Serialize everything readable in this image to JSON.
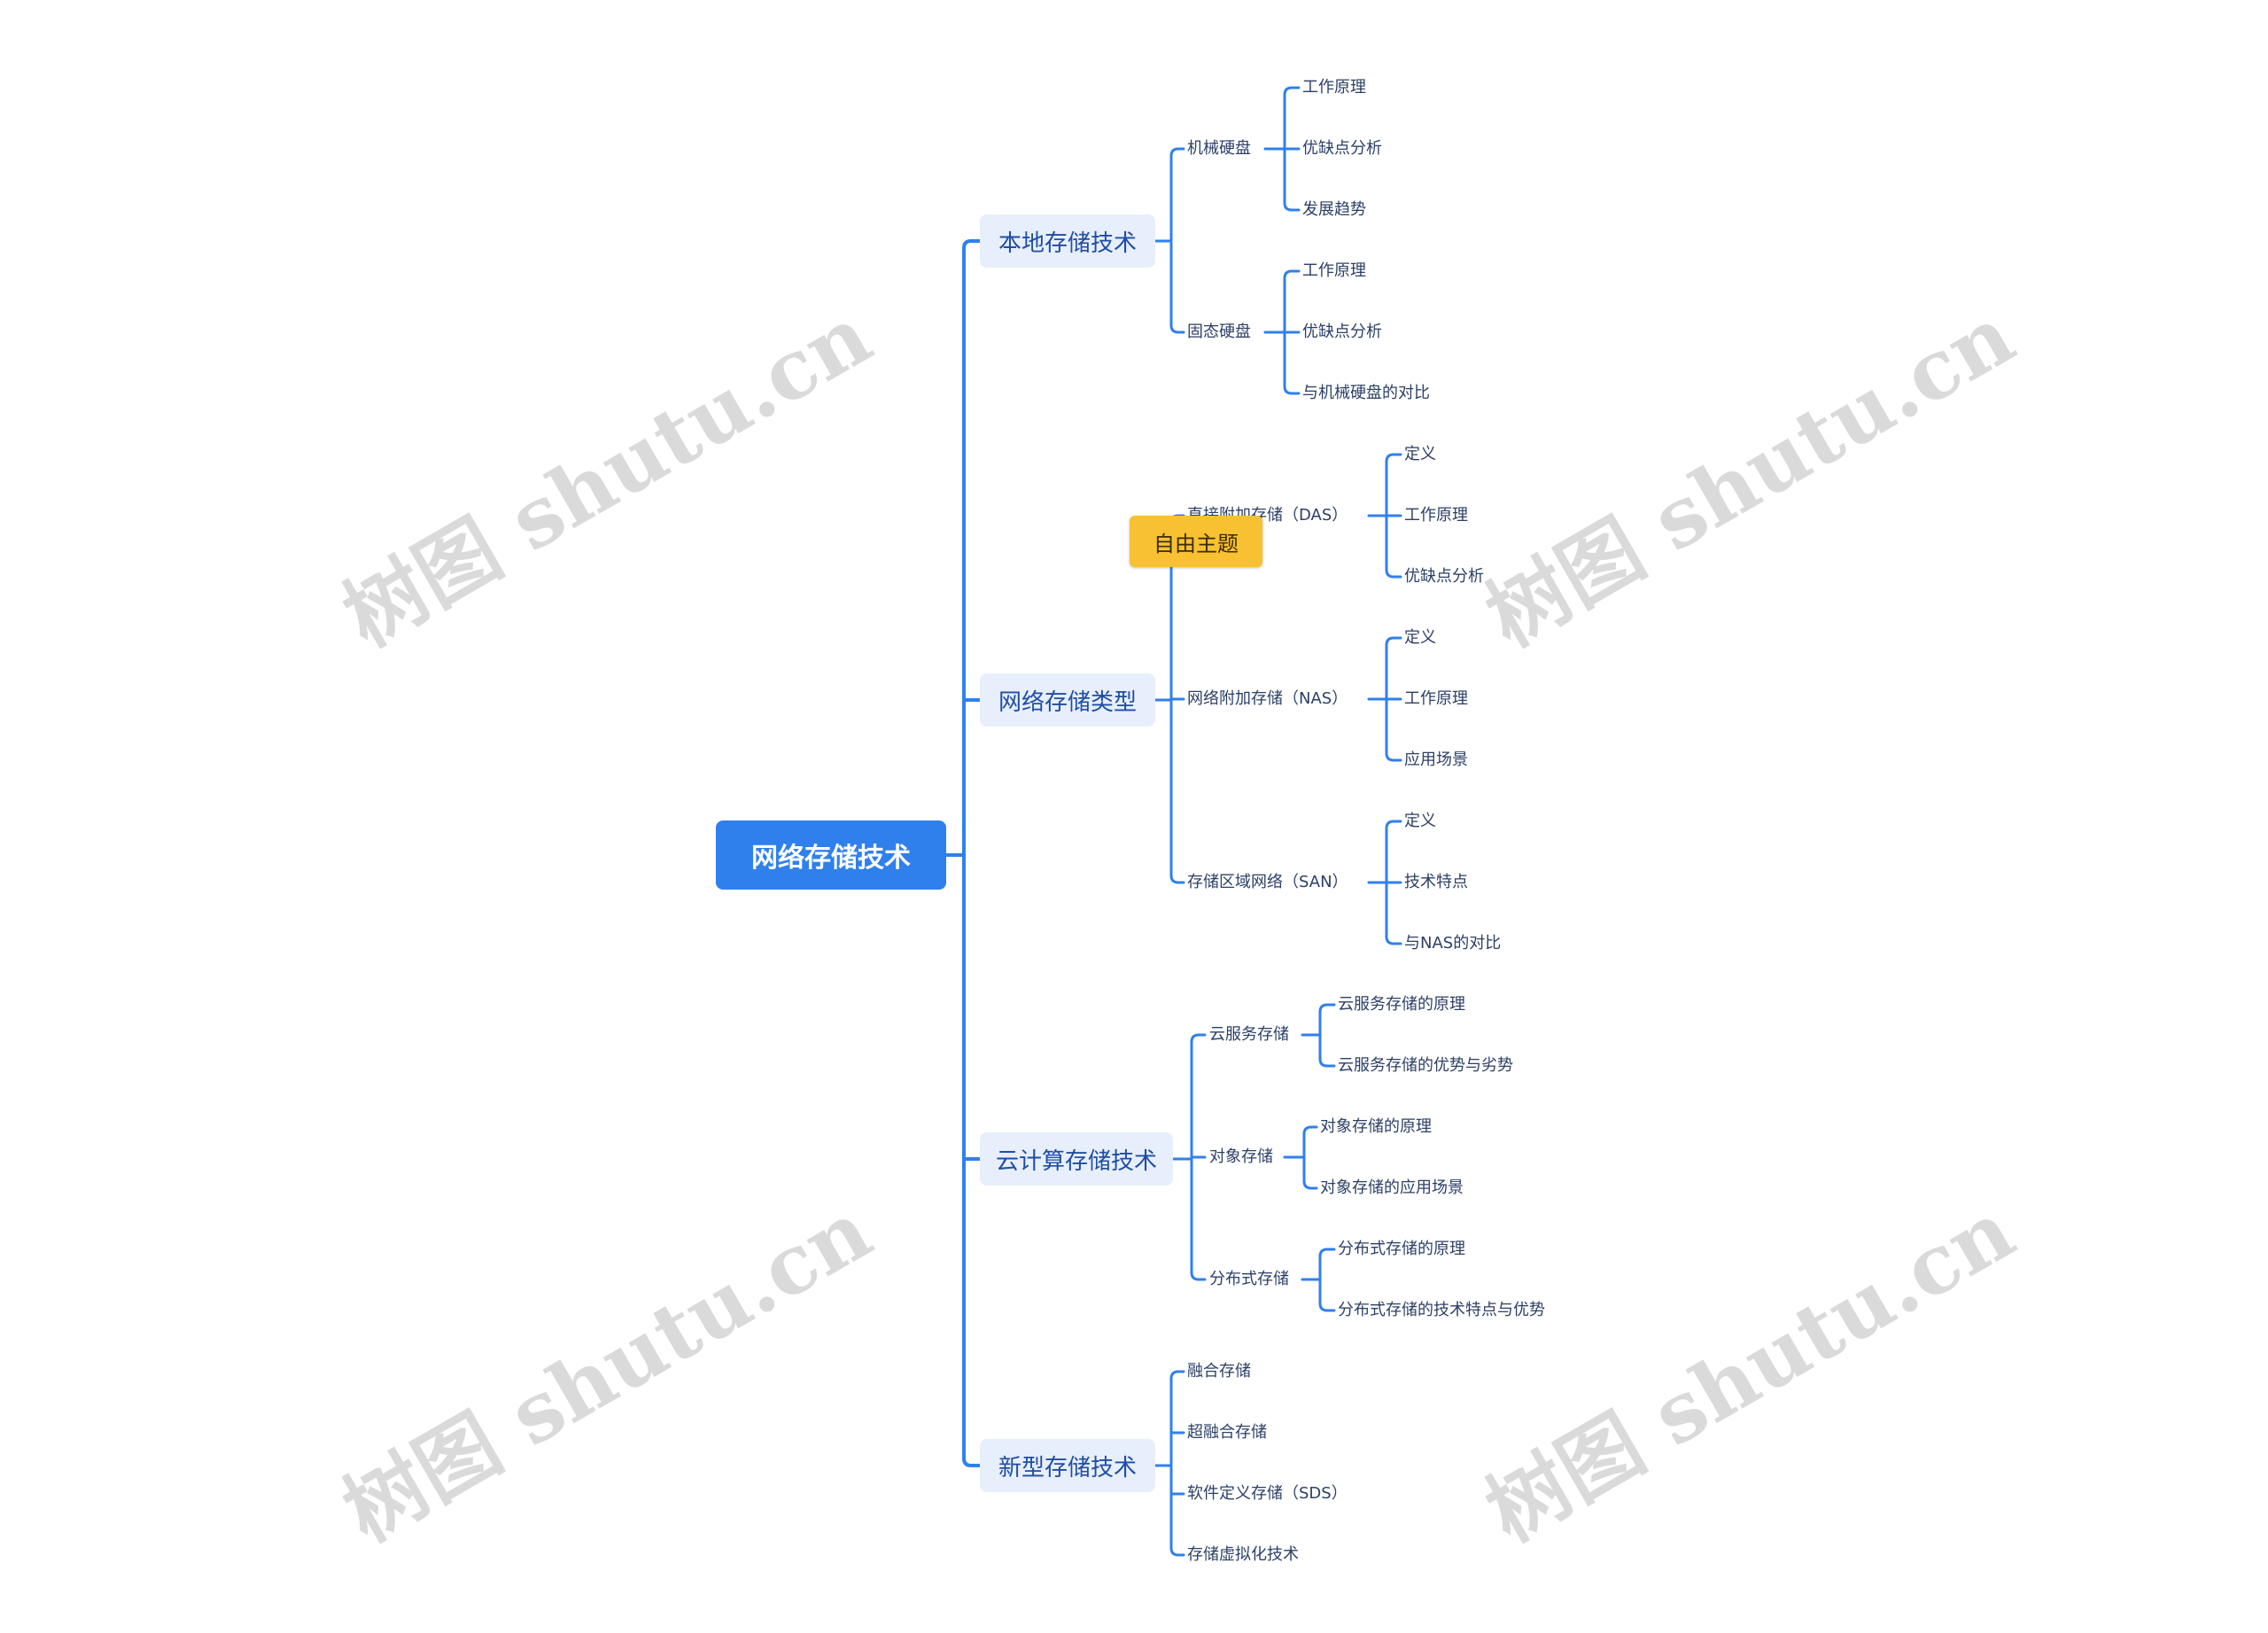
{
  "root": "网络存储技术",
  "branches": [
    {
      "label": "本地存储技术",
      "children": [
        {
          "label": "机械硬盘",
          "children": [
            "工作原理",
            "优缺点分析",
            "发展趋势"
          ]
        },
        {
          "label": "固态硬盘",
          "children": [
            "工作原理",
            "优缺点分析",
            "与机械硬盘的对比"
          ]
        }
      ]
    },
    {
      "label": "网络存储类型",
      "children": [
        {
          "label": "直接附加存储（DAS）",
          "children": [
            "定义",
            "工作原理",
            "优缺点分析"
          ]
        },
        {
          "label": "网络附加存储（NAS）",
          "children": [
            "定义",
            "工作原理",
            "应用场景"
          ]
        },
        {
          "label": "存储区域网络（SAN）",
          "children": [
            "定义",
            "技术特点",
            "与NAS的对比"
          ]
        }
      ]
    },
    {
      "label": "云计算存储技术",
      "children": [
        {
          "label": "云服务存储",
          "children": [
            "云服务存储的原理",
            "云服务存储的优势与劣势"
          ]
        },
        {
          "label": "对象存储",
          "children": [
            "对象存储的原理",
            "对象存储的应用场景"
          ]
        },
        {
          "label": "分布式存储",
          "children": [
            "分布式存储的原理",
            "分布式存储的技术特点与优势"
          ]
        }
      ]
    },
    {
      "label": "新型存储技术",
      "children": [
        "融合存储",
        "超融合存储",
        "软件定义存储（SDS）",
        "存储虚拟化技术"
      ]
    }
  ],
  "free_topic": "自由主题",
  "watermark": "树图 shutu.cn",
  "colors": {
    "line": "#2f80ed",
    "root_bg": "#2f80ed",
    "branch_bg": "#e7eefc",
    "free_topic_bg": "#f8c132"
  }
}
